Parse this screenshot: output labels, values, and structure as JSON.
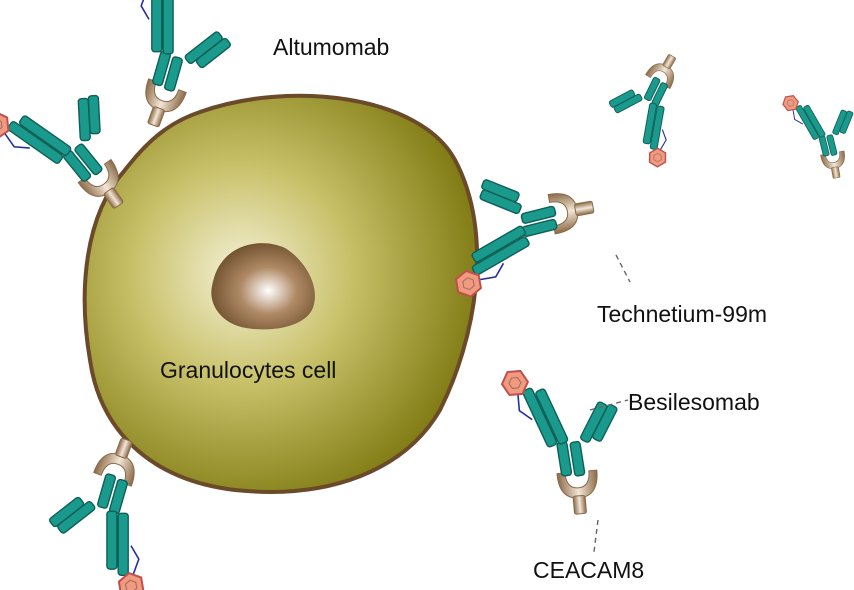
{
  "labels": {
    "title": "Altumomab",
    "cell": "Granulocytes cell",
    "isotope": "Technetium-99m",
    "antibody": "Besilesomab",
    "antigen": "CEACAM8"
  },
  "colors": {
    "antibody": "#1a9a8c",
    "antibody_stroke": "#0e5f57",
    "cell_fill_center": "#f4f1d6",
    "cell_fill_edge": "#7f7a12",
    "cell_border": "#6b4a2a",
    "nucleus_center": "#ffffff",
    "nucleus_edge": "#6b4c2a",
    "hexagon_fill": "#f09a80",
    "hexagon_stroke": "#c0504d",
    "linker": "#2430a0",
    "antigen": "#c9ad8a",
    "leader_line": "#666666"
  },
  "icons": [
    "antibody-icon",
    "hexagon-icon",
    "antigen-receptor-icon"
  ]
}
